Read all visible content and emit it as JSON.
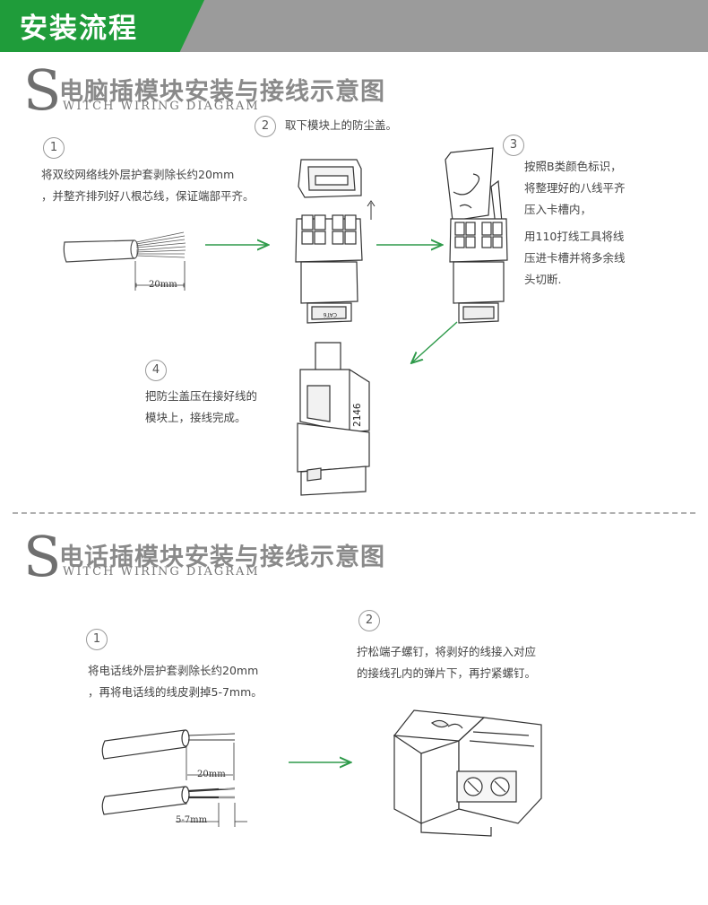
{
  "header": {
    "title": "安装流程"
  },
  "section_computer": {
    "big_letter": "S",
    "title": "电脑插模块安装与接线示意图",
    "subtitle": "WITCH WIRING DIAGRAM",
    "steps": [
      {
        "number": "1",
        "lines": [
          "将双绞网络线外层护套剥除长约20mm",
          "，并整齐排列好八根芯线，保证端部平齐。"
        ]
      },
      {
        "number": "2",
        "lines": [
          "取下模块上的防尘盖。"
        ]
      },
      {
        "number": "3",
        "lines": [
          "按照B类颜色标识，",
          "将整理好的八线平齐",
          "压入卡槽内，",
          "用110打线工具将线",
          "压进卡槽并将多余线",
          "头切断."
        ]
      },
      {
        "number": "4",
        "lines": [
          "把防尘盖压在接好线的",
          "模块上，接线完成。"
        ]
      }
    ],
    "cable_label": "20mm",
    "module_marking": "CAT6",
    "cap_numbers": "2146"
  },
  "section_phone": {
    "big_letter": "S",
    "title": "电话插模块安装与接线示意图",
    "subtitle": "WITCH WIRING DIAGRAM",
    "steps": [
      {
        "number": "1",
        "lines": [
          "将电话线外层护套剥除长约20mm",
          "，再将电话线的线皮剥掉5-7mm。"
        ]
      },
      {
        "number": "2",
        "lines": [
          "拧松端子螺钉，将剥好的线接入对应",
          "的接线孔内的弹片下，再拧紧螺钉。"
        ]
      }
    ],
    "label_20mm": "20mm",
    "label_5_7mm": "5-7mm"
  },
  "colors": {
    "header_green": "#1f9c3a",
    "header_gray": "#9b9b9b",
    "arrow_green": "#2e9a4a"
  }
}
